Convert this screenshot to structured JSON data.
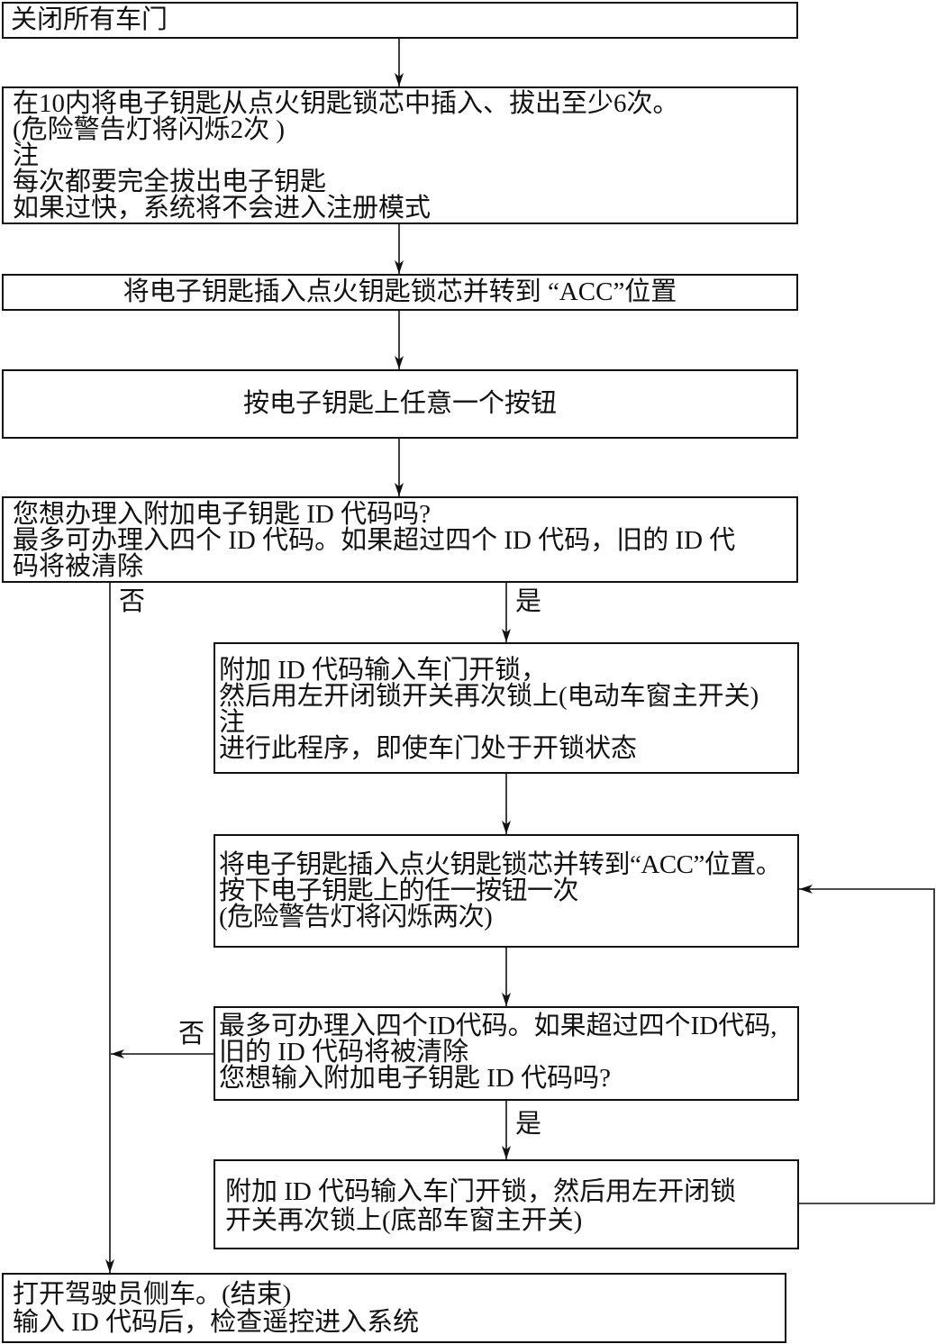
{
  "flowchart": {
    "steps": [
      {
        "lines": [
          "关闭所有车门"
        ]
      },
      {
        "lines": [
          "在10内将电子钥匙从点火钥匙锁芯中插入、拔出至少6次。",
          "(危险警告灯将闪烁2次 )",
          "注",
          "每次都要完全拔出电子钥匙",
          "如果过快，系统将不会进入注册模式"
        ]
      },
      {
        "lines": [
          "将电子钥匙插入点火钥匙锁芯并转到 “ACC”位置"
        ]
      },
      {
        "lines": [
          "按电子钥匙上任意一个按钮"
        ]
      },
      {
        "lines": [
          "您想办理入附加电子钥匙 ID 代码吗?",
          "最多可办理入四个 ID 代码。如果超过四个 ID 代码，旧的 ID 代",
          "码将被清除"
        ]
      },
      {
        "lines": [
          "附加 ID 代码输入车门开锁，",
          "然后用左开闭锁开关再次锁上(电动车窗主开关)",
          "注",
          "进行此程序，即使车门处于开锁状态"
        ]
      },
      {
        "lines": [
          "将电子钥匙插入点火钥匙锁芯并转到“ACC”位置。",
          "按下电子钥匙上的任一按钮一次",
          "(危险警告灯将闪烁两次)"
        ]
      },
      {
        "lines": [
          "最多可办理入四个ID代码。如果超过四个ID代码,",
          "旧的 ID 代码将被清除",
          "您想输入附加电子钥匙 ID 代码吗?"
        ]
      },
      {
        "lines": [
          "附加 ID 代码输入车门开锁，然后用左开闭锁",
          "开关再次锁上(底部车窗主开关)"
        ]
      },
      {
        "lines": [
          "打开驾驶员侧车。(结束)",
          "输入 ID 代码后，检查遥控进入系统"
        ]
      }
    ],
    "branch_labels": {
      "decision_1_no": "否",
      "decision_1_yes": "是",
      "decision_2_no": "否",
      "decision_2_yes": "是"
    }
  }
}
